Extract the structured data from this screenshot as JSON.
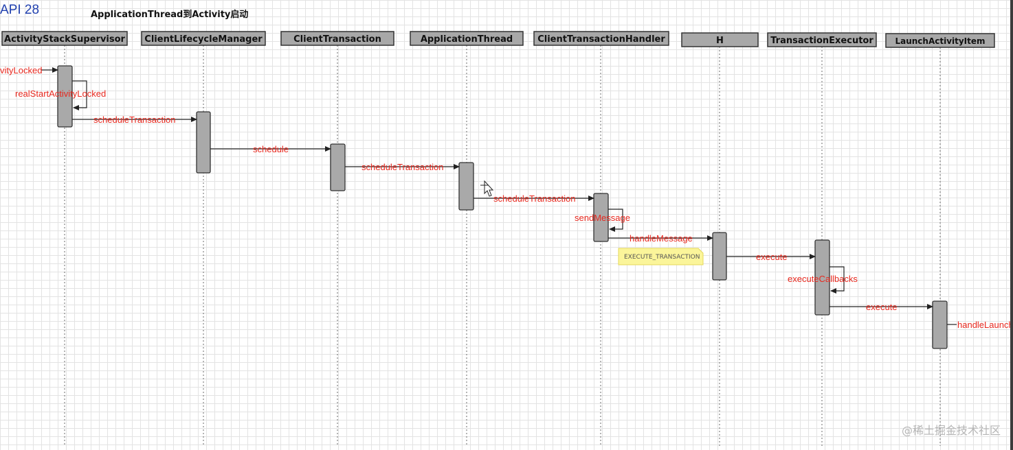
{
  "header": {
    "api_label": "API 28",
    "title": "ApplicationThread到Activity启动"
  },
  "participants": [
    {
      "name": "ActivityStackSupervisor"
    },
    {
      "name": "ClientLifecycleManager"
    },
    {
      "name": "ClientTransaction"
    },
    {
      "name": "ApplicationThread"
    },
    {
      "name": "ClientTransactionHandler"
    },
    {
      "name": "H"
    },
    {
      "name": "TransactionExecutor"
    },
    {
      "name": "LaunchActivityItem"
    }
  ],
  "messages": [
    {
      "label": "vityLocked",
      "from": null,
      "to": 0,
      "kind": "incoming"
    },
    {
      "label": "realStartActivityLocked",
      "from": 0,
      "to": 0,
      "kind": "self"
    },
    {
      "label": "scheduleTransaction",
      "from": 0,
      "to": 1,
      "kind": "call"
    },
    {
      "label": "schedule",
      "from": 1,
      "to": 2,
      "kind": "call"
    },
    {
      "label": "scheduleTransaction",
      "from": 2,
      "to": 3,
      "kind": "call"
    },
    {
      "label": "scheduleTransaction",
      "from": 3,
      "to": 4,
      "kind": "call"
    },
    {
      "label": "sendMessage",
      "from": 4,
      "to": 4,
      "kind": "self"
    },
    {
      "label": "handleMessage",
      "from": 4,
      "to": 5,
      "kind": "call"
    },
    {
      "label": "execute",
      "from": 5,
      "to": 6,
      "kind": "call"
    },
    {
      "label": "executeCallbacks",
      "from": 6,
      "to": 6,
      "kind": "self"
    },
    {
      "label": "execute",
      "from": 6,
      "to": 7,
      "kind": "call"
    },
    {
      "label": "handleLaunch",
      "from": 7,
      "to": null,
      "kind": "outgoing"
    }
  ],
  "notes": [
    {
      "text": "EXECUTE_TRANSACTION"
    }
  ],
  "watermark": "@稀土掘金技术社区",
  "colors": {
    "message_text": "#e8281e",
    "header_fill": "#a8a8a8",
    "activation_fill": "#a9a9a9",
    "note_fill": "#fbf59a",
    "api_label": "#1f3fae",
    "arrow": "#222222"
  }
}
